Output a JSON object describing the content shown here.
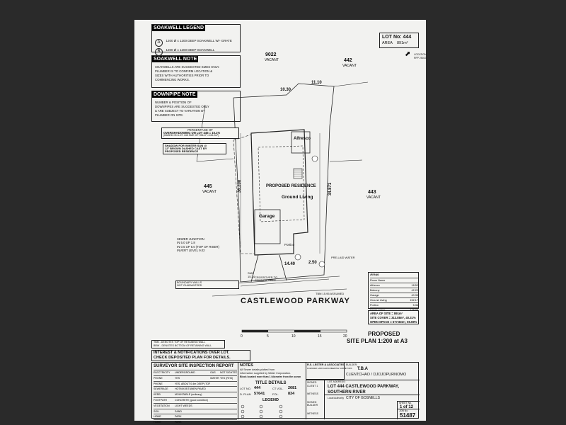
{
  "legend": {
    "soakwell_title": "SOAKWELL LEGEND",
    "items": [
      {
        "symbol": "A",
        "text": "1200 Ø x 1200 DEEP SOAKWELL W/- GRATE"
      },
      {
        "symbol": "B",
        "text": "1200 Ø x 1200 DEEP SOAKWELL"
      }
    ],
    "soakwell_note_title": "SOAKWELL NOTE",
    "soakwell_note_text": [
      "SOAKWELLS ARE SUGGESTED SIZES ONLY.",
      "PLUMBER IS TO CONFIRM LOCATION &",
      "SIZES WITH AUTHORITIES PRIOR TO",
      "COMMENCING WORKS."
    ],
    "downpipe_title": "DOWNPIPE NOTE",
    "downpipe_text": [
      "NUMBER & POSITION OF",
      "DOWNPIPES ARE SUGGESTED ONLY",
      "& ARE SUBJECT TO VARIATION BY",
      "PLUMBER ON SITE."
    ]
  },
  "lot": {
    "number_label": "LOT No: 444",
    "area_label": "AREA",
    "area_value": "891m²",
    "location_label": "LOCATION",
    "location_value": "RFP 25023"
  },
  "plan": {
    "lot_9022": "9022",
    "lot_9022_sub": "VACANT",
    "lot_442": "442",
    "lot_442_sub": "VACANT",
    "lot_445": "445",
    "lot_445_sub": "VACANT",
    "lot_443": "443",
    "lot_443_sub": "VACANT",
    "dim_top1": "10.30",
    "dim_top2": "11.10",
    "dim_left": "36.200",
    "dim_right": "34.871",
    "dim_bottom": "14.40",
    "dim_bottom2": "2.50",
    "alfresco": "Alfresco",
    "proposed_residence": "PROPOSED RESIDENCE",
    "ground_living": "Ground Living",
    "garage": "Garage",
    "portico": "Portico",
    "overshadowing": [
      "PERCENTAGE OF",
      "OVERSHADOWING ON LOT 445 = 15.1%",
      "(BASED ON LOT 445 SIZE OF 951m² =143.2m²)"
    ],
    "shadow_note": [
      "SHADOW FOR WINTER SUN @",
      "12° BROWN DASHED CAST BY",
      "PROPOSED RESIDENCE"
    ],
    "sewer": [
      "SEWER JUNCTION",
      "IN 5.0 UP 1.8",
      "IN 0.5 UP 5.0 (TOP OF RISER)",
      "INVERT LEVEL 9.02"
    ],
    "crossover": [
      "CROSSOVER TO",
      "COUNCIL SPEC"
    ],
    "street": "CASTLEWOOD PARKWAY",
    "tbm": "TBM 15.95 ASSUMED",
    "smh": "SMH",
    "smh_value": "15.34",
    "pre_laid": "PRE-LAID WATER",
    "boundary_note": [
      "BOUNDARY WALLS",
      "NOT GUARANTEED"
    ]
  },
  "areas_table": {
    "title": "Areas",
    "rows": [
      [
        "Room Name",
        ""
      ],
      [
        "Alfresco",
        "18.52"
      ],
      [
        "Balcony",
        "42.22"
      ],
      [
        "Garage",
        "40.33"
      ],
      [
        "Ground Living",
        "152.17"
      ],
      [
        "Portico",
        "5.36"
      ],
      [
        "Upper Living",
        "128.05"
      ]
    ],
    "site_rows": [
      "AREA OF SITE = 891m²",
      "SITE COVER = 313.88m², 40.31%",
      "OPEN SPACE = 577.83m², 59.69%"
    ]
  },
  "notes_small": {
    "tbm_note": [
      "TBM - DENOTES TOP OF RETAINING WALL",
      "BRW - DENOTES BOTTOM OF RETAINING WALL"
    ],
    "interest_note": [
      "INTEREST & NOTIFICATIONS OVER LOT.",
      "CHECK DEPOSITED PLAN FOR DETAILS."
    ]
  },
  "scale": {
    "ticks": [
      "0",
      "5",
      "10",
      "15",
      "20"
    ],
    "title": "PROPOSED",
    "subtitle": "SITE PLAN  1:200 at A3"
  },
  "survey": {
    "title": "SURVEYOR SITE INSPECTION REPORT",
    "rows": [
      {
        "label": "ELECTRICITY",
        "value": "UNDERGROUND",
        "label2": "GAS",
        "value2": "NOT SIGHTED"
      },
      {
        "label": "PHONE",
        "value": "YES",
        "label2": "WATER",
        "value2": "YES (RHS)"
      },
      {
        "label": "PHONE",
        "value": "YES, ABOUT 0.4m DEEP (TOP OF RISER)",
        "label2": "",
        "value2": ""
      },
      {
        "label": "SEWERAGE",
        "value": "HOTMIX BITUMEN PAVED",
        "label2": "",
        "value2": ""
      },
      {
        "label": "KERB",
        "value": "MOUNTABLE (ordinary)",
        "label2": "",
        "value2": ""
      },
      {
        "label": "FOOTPATH",
        "value": "CONCRETE (good condition)",
        "label2": "",
        "value2": ""
      },
      {
        "label": "VEGETATION",
        "value": "LIGHT WEEDS",
        "label2": "",
        "value2": ""
      },
      {
        "label": "SOIL",
        "value": "SAND",
        "label2": "",
        "value2": ""
      },
      {
        "label": "HOME",
        "value": "PARK",
        "label2": "",
        "value2": ""
      },
      {
        "label": "HOME",
        "value": "PARK",
        "label2": "",
        "value2": ""
      }
    ]
  },
  "title_details": {
    "title": "TITLE DETAILS",
    "lot_label": "LOT NO.",
    "lot_value": "444",
    "vol_label": "CT VOL.",
    "vol_value": "2681",
    "dp_label": "D. PLAN",
    "dp_value": "57641",
    "fol_label": "FOL.",
    "fol_value": "834",
    "legend_title": "LEGEND"
  },
  "notes_block": {
    "title": "NOTES",
    "lines": [
      "All Sewer details plotted from",
      "information supplied by Water Corporation.",
      "Block located more than 1 kilometre from the ocean"
    ]
  },
  "firm": {
    "name": "R.S. LESTER & ASSOCIATES",
    "line2": "LICENSED LAND & ENGINEERING SURVEYORS"
  },
  "builder": {
    "label": "BUILDER:",
    "value": "T.B.A"
  },
  "client": {
    "label": "CLIENT:",
    "value": "CHAO / DJOJOPURNOMO"
  },
  "address": {
    "label": "LOT ADDRESS:",
    "line1": "LOT 444 CASTLEWOOD PARKWAY,",
    "line2": "SOUTHERN RIVER"
  },
  "authority": {
    "label": "Local Authority",
    "value": "CITY OF GOSNELLS"
  },
  "sheet": {
    "label": "SHEET No.",
    "value": "1 of 12"
  },
  "job": {
    "label": "JOB No.",
    "value": "51487"
  },
  "side": {
    "signed": "SIGNED",
    "client": "CLIENT 1",
    "witness": "WITNESS",
    "signed_builder": "SIGNED BUILDER",
    "witness2": "WITNESS"
  }
}
